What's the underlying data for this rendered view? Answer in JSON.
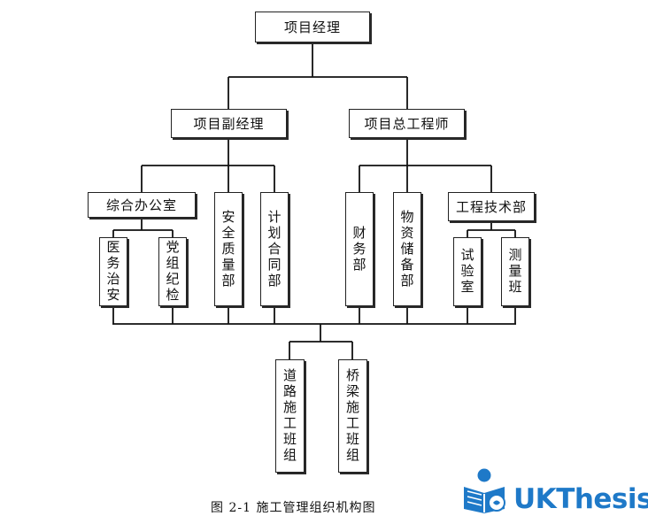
{
  "nodes": {
    "pm": "项目经理",
    "deputy_pm": "项目副经理",
    "chief_engineer": "项目总工程师",
    "general_office": "综合办公室",
    "safety_quality": "安全质量部",
    "planning_contract": "计划合同部",
    "finance": "财务部",
    "materials": "物资储备部",
    "engineering_tech": "工程技术部",
    "medical_security": "医务治安",
    "party_discipline": "党组纪检",
    "lab": "试验室",
    "survey": "测量班",
    "road_team": "道路施工班组",
    "bridge_team": "桥梁施工班组"
  },
  "caption": "图  2-1    施工管理组织机构图",
  "logo": {
    "text": "UKThesis",
    "color": "#1e79c8",
    "icon": "book-reader-icon"
  }
}
